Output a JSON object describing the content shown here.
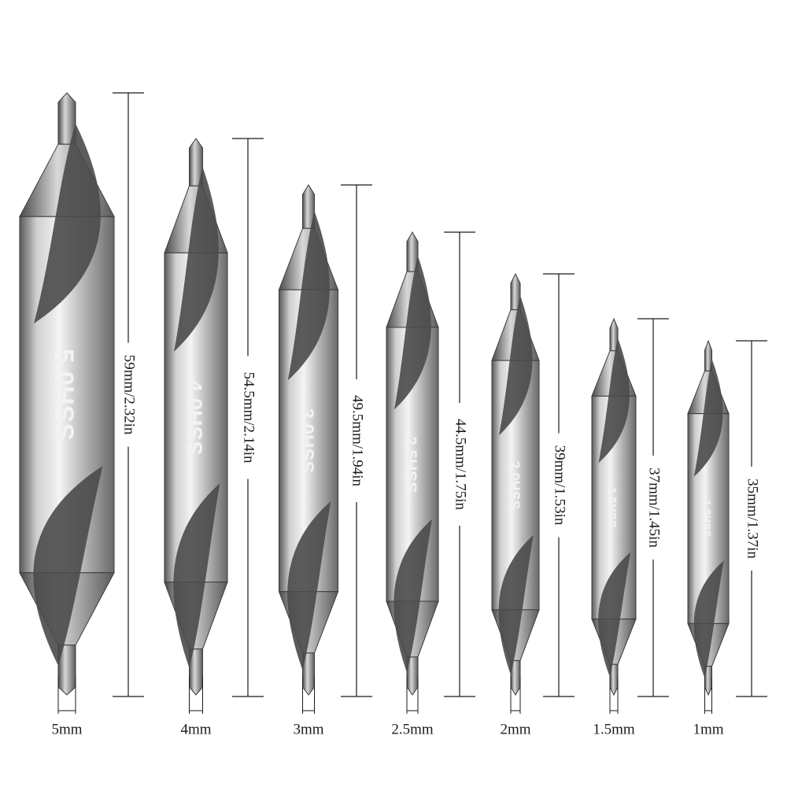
{
  "colors": {
    "steel_light": "#e8e8e8",
    "steel_mid": "#b5b5b5",
    "steel_dark": "#4a4a4a",
    "dim_line": "#1a1a1a",
    "background": "#ffffff"
  },
  "drills": [
    {
      "size_label": "5.0HSS",
      "diameter_label": "5mm",
      "length_label": "59mm/2.32in"
    },
    {
      "size_label": "4.0HSS",
      "diameter_label": "4mm",
      "length_label": "54.5mm/2.14in"
    },
    {
      "size_label": "3.0HSS",
      "diameter_label": "3mm",
      "length_label": "49.5mm/1.94in"
    },
    {
      "size_label": "2.5HSS",
      "diameter_label": "2.5mm",
      "length_label": "44.5mm/1.75in"
    },
    {
      "size_label": "2.0HSS",
      "diameter_label": "2mm",
      "length_label": "39mm/1.53in"
    },
    {
      "size_label": "1.5HSS",
      "diameter_label": "1.5mm",
      "length_label": "37mm/1.45in"
    },
    {
      "size_label": "1.0HSS",
      "diameter_label": "1mm",
      "length_label": "35mm/1.37in"
    }
  ]
}
